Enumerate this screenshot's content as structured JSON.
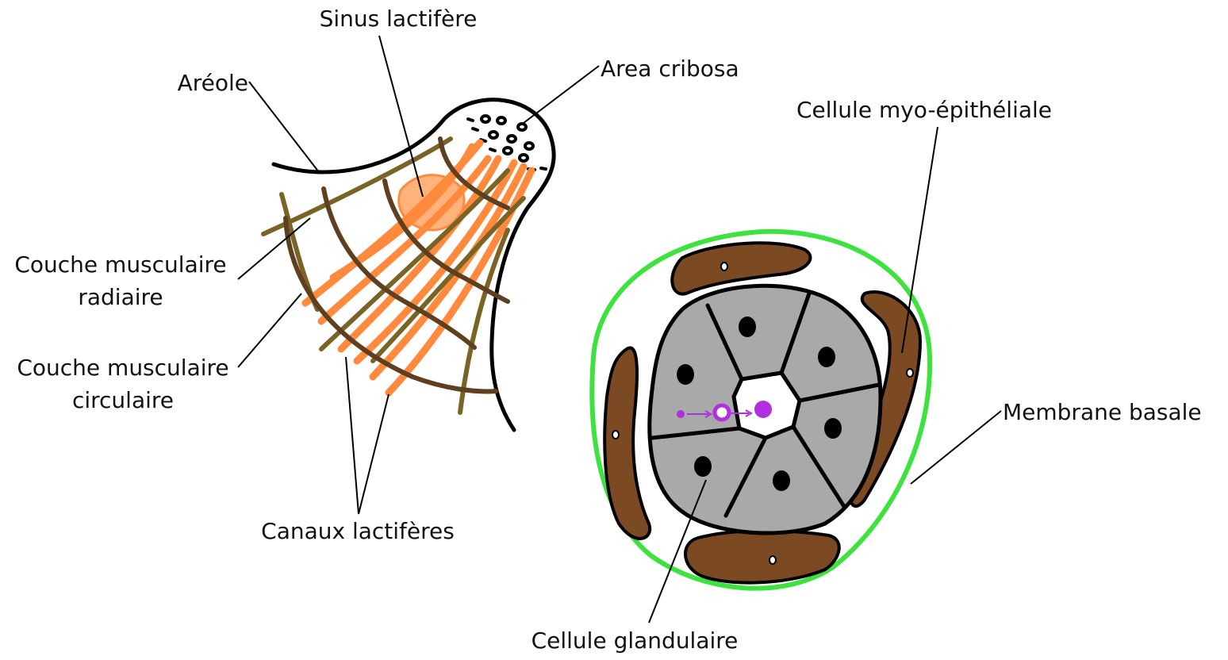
{
  "labels": {
    "sinus": "Sinus lactifère",
    "area": "Area cribosa",
    "areole": "Aréole",
    "myo": "Cellule myo-épithéliale",
    "radiaire_1": "Couche musculaire",
    "radiaire_2": "radiaire",
    "circulaire_1": "Couche musculaire",
    "circulaire_2": "circulaire",
    "membrane": "Membrane basale",
    "canaux": "Canaux lactifères",
    "glandulaire": "Cellule glandulaire"
  },
  "colors": {
    "duct_orange": "#ff8a3d",
    "sinus_fill": "#ffb27a",
    "radial_muscle": "#7a6425",
    "circular_muscle": "#5e3f1f",
    "myoepithelial": "#7b4a22",
    "glandular_cell": "#a9a9a9",
    "basement_membrane": "#3ee23e",
    "secretion": "#b030e0"
  }
}
